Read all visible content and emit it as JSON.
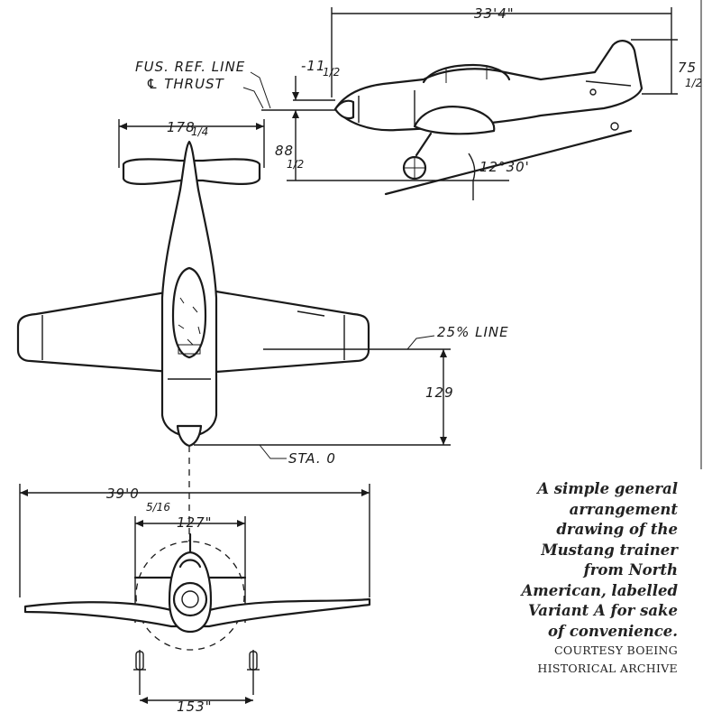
{
  "side_view": {
    "label_fus_ref_line": "FUS. REF. LINE",
    "label_thrust": "℄ THRUST",
    "dim_length": "33'4\"",
    "dim_thrust_offset": "-11",
    "dim_thrust_offset_frac": "1/2",
    "dim_tail_height": "75",
    "dim_tail_height_frac": "1/2",
    "dim_thrust_height": "88",
    "dim_thrust_height_frac": "1/2",
    "dim_ground_angle": "12°30'"
  },
  "top_view": {
    "dim_tail_span": "178",
    "dim_tail_span_frac": "1/4",
    "label_25_line": "25% LINE",
    "dim_129": "129",
    "label_sta0": "STA. 0"
  },
  "front_view": {
    "dim_wingspan": "39'0",
    "dim_wingspan_frac": "5/16",
    "dim_prop": "127\"",
    "dim_track": "153\""
  },
  "caption": {
    "lines": [
      "A simple general",
      "arrangement",
      "drawing of the",
      "Mustang trainer",
      "from North",
      "American, labelled",
      "Variant A for sake",
      "of convenience."
    ],
    "credit_lines": [
      "COURTESY BOEING",
      "HISTORICAL ARCHIVE"
    ]
  }
}
